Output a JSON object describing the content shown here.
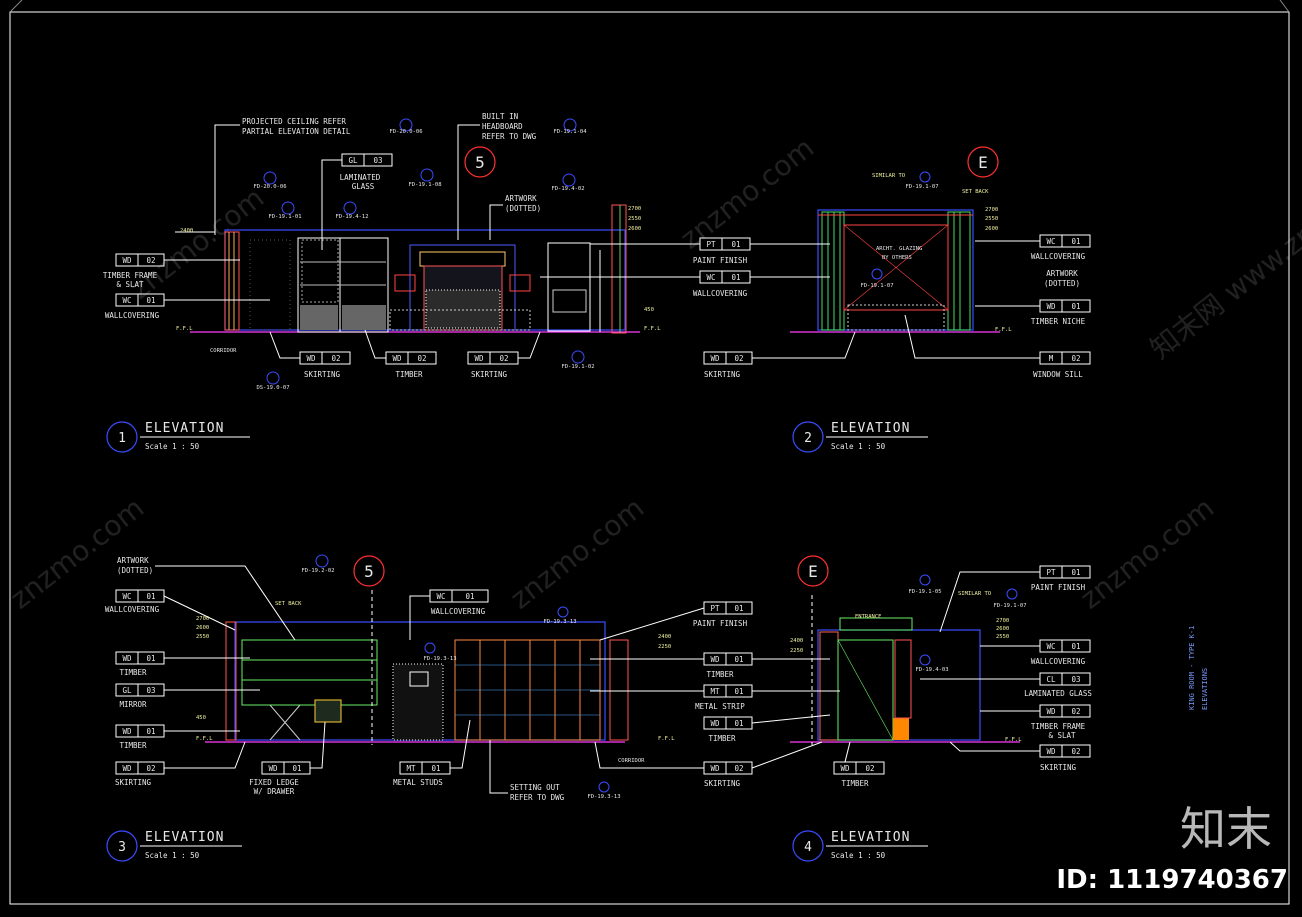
{
  "sheet": {
    "side_title_1": "KING ROOM - TYPE K-1",
    "side_title_2": "ELEVATIONS",
    "brand": "知末",
    "image_id": "ID: 1119740367",
    "watermark": "znzmo.com",
    "watermark_cn": "知末网 www.znzmo.com"
  },
  "elevations": [
    {
      "num": "1",
      "title": "ELEVATION",
      "scale": "Scale 1 : 50"
    },
    {
      "num": "2",
      "title": "ELEVATION",
      "scale": "Scale 1 : 50"
    },
    {
      "num": "3",
      "title": "ELEVATION",
      "scale": "Scale 1 : 50"
    },
    {
      "num": "4",
      "title": "ELEVATION",
      "scale": "Scale 1 : 50"
    }
  ],
  "grid_markers": [
    "5",
    "E",
    "5",
    "E"
  ],
  "notes": {
    "projected_ceiling_1": "PROJECTED CEILING REFER",
    "projected_ceiling_2": "PARTIAL ELEVATION DETAIL",
    "laminated_glass_1": "LAMINATED",
    "laminated_glass_2": "GLASS",
    "built_in_1": "BUILT IN",
    "built_in_2": "HEADBOARD",
    "built_in_3": "REFER TO DWG",
    "artwork": "ARTWORK",
    "dotted": "(DOTTED)",
    "timber_frame": "TIMBER FRAME",
    "slat": "& SLAT",
    "wallcovering": "WALLCOVERING",
    "skirting": "SKIRTING",
    "timber": "TIMBER",
    "paint_finish": "PAINT FINISH",
    "arch_glazing_1": "ARCHT. GLAZING",
    "arch_glazing_2": "BY OTHERS",
    "timber_niche": "TIMBER NICHE",
    "window_sill": "WINDOW SILL",
    "mirror": "MIRROR",
    "fixed_ledge_1": "FIXED LEDGE",
    "fixed_ledge_2": "W/ DRAWER",
    "metal_studs": "METAL STUDS",
    "setting_out_1": "SETTING OUT",
    "setting_out_2": "REFER TO DWG",
    "metal_strip": "METAL STRIP",
    "laminated_glass": "LAMINATED GLASS",
    "corridor": "CORRIDOR",
    "ffl": "F.F.L",
    "similar_to": "SIMILAR TO",
    "entrance": "ENTRANCE",
    "set_back": "SET BACK"
  },
  "tags": {
    "wd02": [
      "WD",
      "02"
    ],
    "wc01": [
      "WC",
      "01"
    ],
    "gl03": [
      "GL",
      "03"
    ],
    "pt01": [
      "PT",
      "01"
    ],
    "m02": [
      "M",
      "02"
    ],
    "wd01": [
      "WD",
      "01"
    ],
    "mt01": [
      "MT",
      "01"
    ],
    "cl03": [
      "CL",
      "03"
    ]
  },
  "refs": {
    "a": "FD-19.1-01",
    "b": "FD-20.0-06",
    "c": "FD-19.4-12",
    "d": "FD-19.1-08",
    "e": "FD-20.0-06",
    "f": "FD-19.1-04",
    "g": "FD-19.4-02",
    "h": "FD-19.1-07",
    "i": "FD-19.1-02",
    "j": "FD-19.2-02",
    "k": "FD-19.3-13",
    "l": "FD-19.3-13",
    "m": "FD-19.1-05",
    "n": "FD-19.4-03",
    "o": "FD-19.1-07",
    "p": "DS-19.0-07",
    "q": "FD-19.1-07"
  },
  "levels": {
    "l1": "2400",
    "l2": "2700",
    "l3": "2550",
    "l4": "450",
    "l5": "2250",
    "l6": "2600"
  }
}
